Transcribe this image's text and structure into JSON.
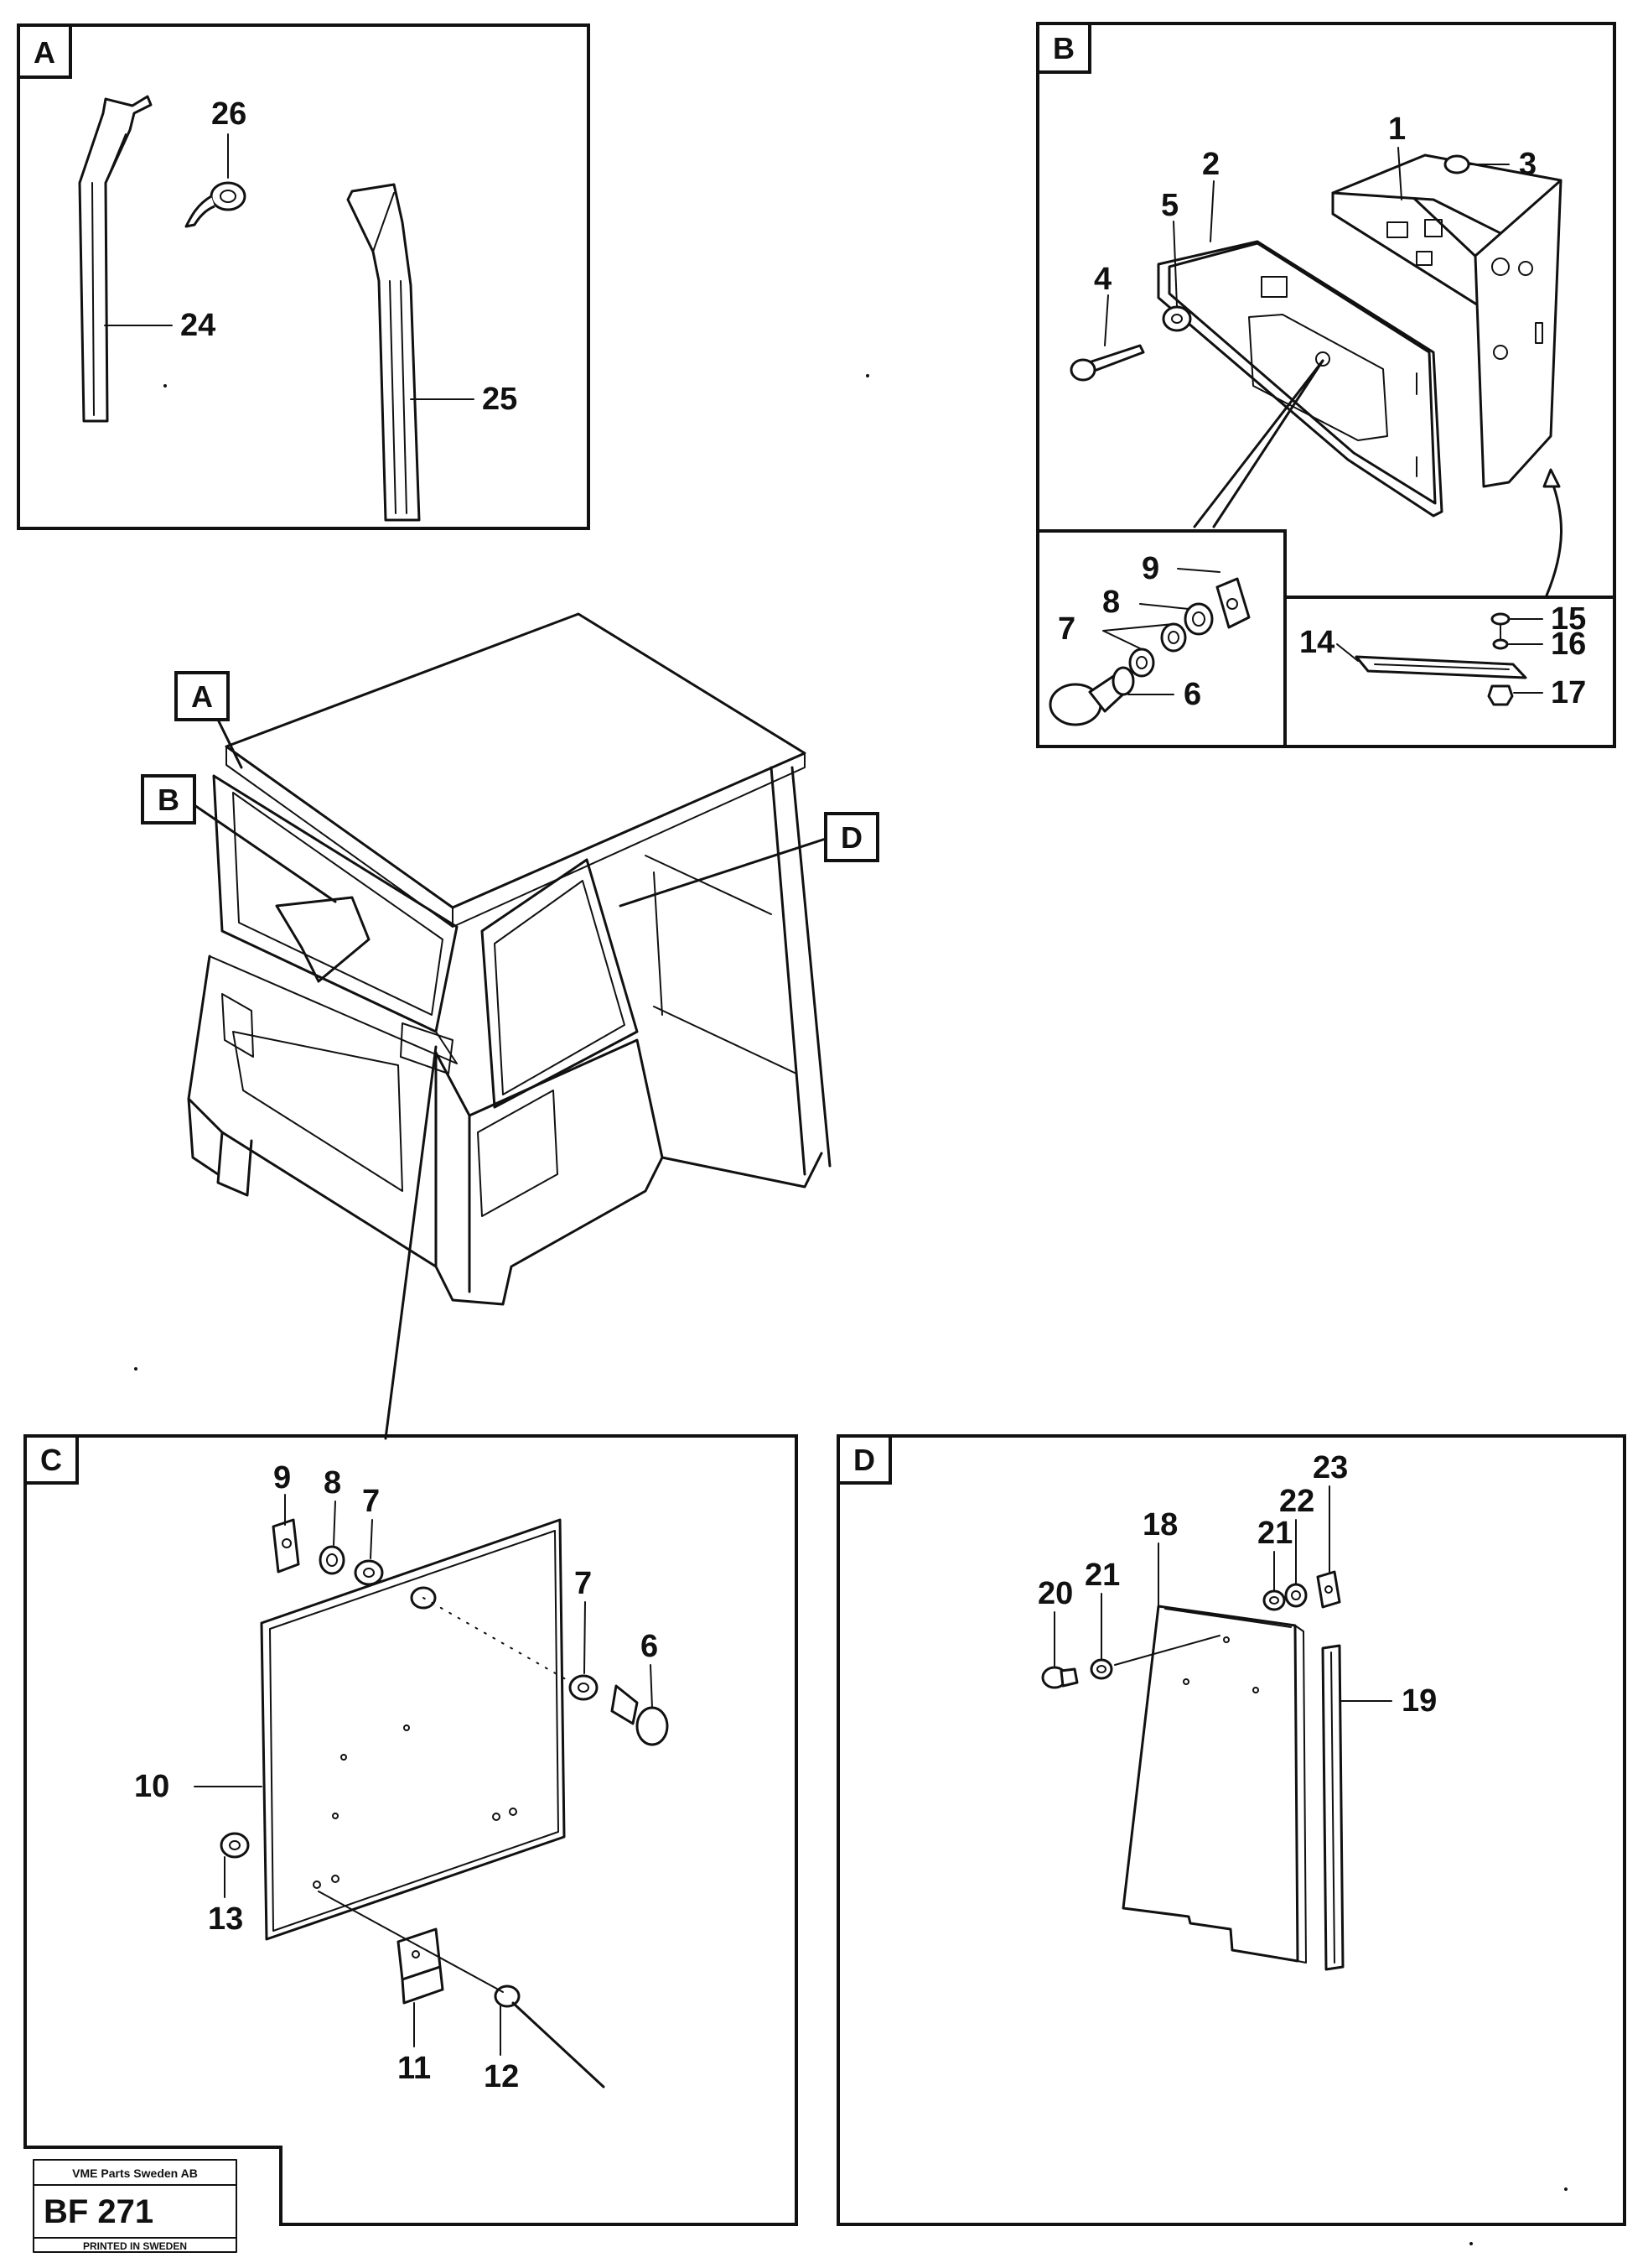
{
  "panels": {
    "A": {
      "tag": "A",
      "parts": [
        "24",
        "25",
        "26"
      ]
    },
    "B": {
      "tag": "B",
      "parts": [
        "1",
        "2",
        "3",
        "4",
        "5",
        "6",
        "7",
        "8",
        "9",
        "14",
        "15",
        "16",
        "17"
      ]
    },
    "C": {
      "tag": "C",
      "parts": [
        "6",
        "7",
        "7",
        "8",
        "9",
        "10",
        "11",
        "12",
        "13"
      ]
    },
    "D": {
      "tag": "D",
      "parts": [
        "18",
        "19",
        "20",
        "21",
        "21",
        "22",
        "23"
      ]
    }
  },
  "cab": {
    "callouts": [
      "A",
      "B",
      "D"
    ]
  },
  "stamp": {
    "company": "VME Parts Sweden AB",
    "code": "BF 271",
    "printed": "PRINTED IN SWEDEN"
  }
}
